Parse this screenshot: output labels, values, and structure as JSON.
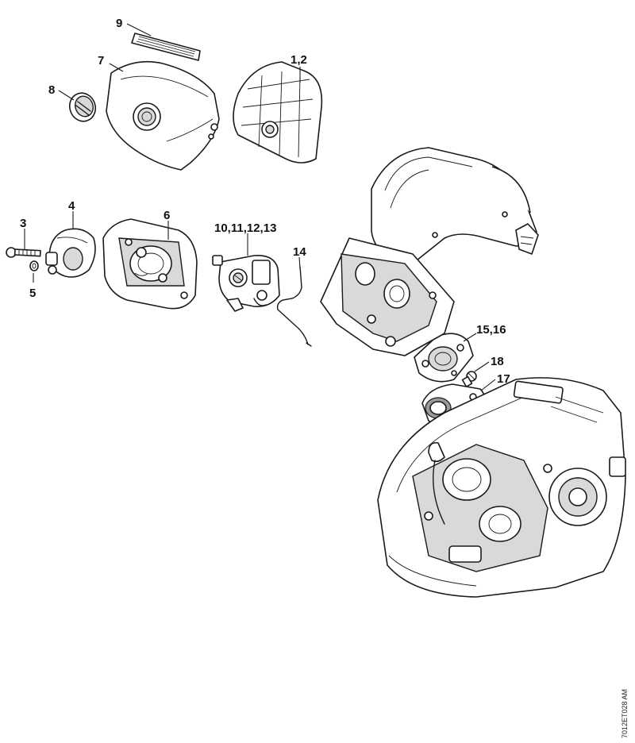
{
  "callouts": {
    "c9": "9",
    "c7": "7",
    "c12": "1,2",
    "c8": "8",
    "c4": "4",
    "c6": "6",
    "c3": "3",
    "c10": "10,11,12,13",
    "c14": "14",
    "c5": "5",
    "c1516": "15,16",
    "c18": "18",
    "c17": "17"
  },
  "document_id": "7012ET028 AM"
}
